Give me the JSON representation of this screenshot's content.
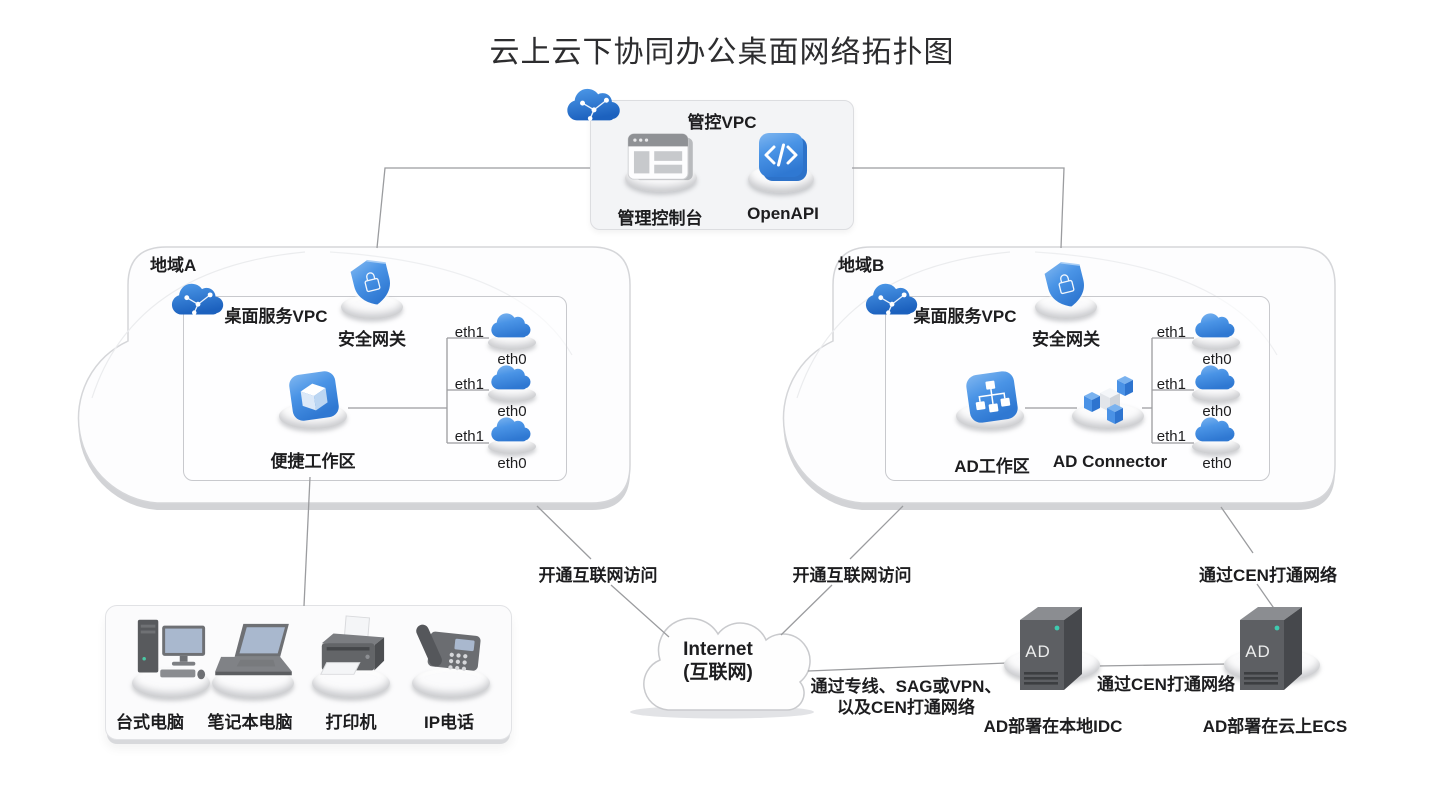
{
  "title": "云上云下协同办公桌面网络拓扑图",
  "colors": {
    "accent_blue": "#4a94e6",
    "accent_blue_dark": "#2d73cc",
    "server_gray": "#5d5f63",
    "status_dot_teal": "#3ecbb0",
    "connection_line": "#9b9c9f",
    "region_fill": "#fdfdfe",
    "mgmt_box_fill": "#f3f4f6"
  },
  "mgmt_vpc": {
    "title": "管控VPC",
    "console": "管理控制台",
    "openapi": "OpenAPI"
  },
  "region_a": {
    "name": "地域A",
    "vpc": "桌面服务VPC",
    "gateway": "安全网关",
    "workspace": "便捷工作区",
    "nics": [
      {
        "in": "eth1",
        "out": "eth0"
      },
      {
        "in": "eth1",
        "out": "eth0"
      },
      {
        "in": "eth1",
        "out": "eth0"
      }
    ]
  },
  "region_b": {
    "name": "地域B",
    "vpc": "桌面服务VPC",
    "gateway": "安全网关",
    "workspace": "AD工作区",
    "connector": "AD Connector",
    "nics": [
      {
        "in": "eth1",
        "out": "eth0"
      },
      {
        "in": "eth1",
        "out": "eth0"
      },
      {
        "in": "eth1",
        "out": "eth0"
      }
    ]
  },
  "devices": {
    "items": [
      {
        "label": "台式电脑"
      },
      {
        "label": "笔记本电脑"
      },
      {
        "label": "打印机"
      },
      {
        "label": "IP电话"
      }
    ]
  },
  "internet": {
    "name": "Internet",
    "name_zh": "(互联网)"
  },
  "servers": {
    "badge": "AD",
    "idc": "AD部署在本地IDC",
    "ecs": "AD部署在云上ECS"
  },
  "links": {
    "a_internet": "开通互联网访问",
    "b_internet": "开通互联网访问",
    "b_cen": "通过CEN打通网络",
    "idc_line1": "通过专线、SAG或VPN、",
    "idc_line2": "以及CEN打通网络",
    "idc_ecs_cen": "通过CEN打通网络"
  },
  "icons": {
    "vpc_cloud": "blue-network-cloud-icon",
    "console": "browser-console-icon",
    "openapi": "code-brackets-icon",
    "gateway": "security-shield-icon",
    "workspace": "cube-box-icon",
    "ad_workspace": "org-chart-icon",
    "ad_connector": "cubes-cluster-icon",
    "nic": "small-cloud-icon",
    "desktop": "desktop-pc-icon",
    "laptop": "laptop-icon",
    "printer": "printer-icon",
    "phone": "ip-phone-icon",
    "server": "ad-server-tower-icon",
    "internet": "internet-cloud-shape"
  }
}
